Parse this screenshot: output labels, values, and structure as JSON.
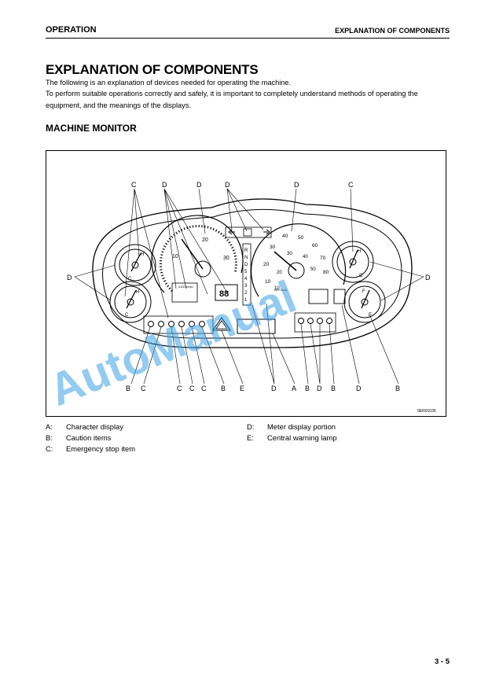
{
  "header": {
    "left": "OPERATION",
    "right": "EXPLANATION OF COMPONENTS"
  },
  "title": "EXPLANATION OF COMPONENTS",
  "intro": [
    "The following is an explanation of devices needed for operating the machine.",
    "To perform suitable operations correctly and safely, it is important to completely understand methods of operating the equipment, and the meanings of the displays."
  ],
  "section_title": "MACHINE MONITOR",
  "figure": {
    "code": "9ER01035",
    "watermark": "AutoManual",
    "top_labels": [
      "C",
      "D",
      "D",
      "D",
      "D",
      "C"
    ],
    "side_labels": [
      "D",
      "D"
    ],
    "bottom_labels": [
      "B",
      "C",
      "C",
      "C",
      "C",
      "B",
      "E",
      "D",
      "A",
      "B",
      "D",
      "B",
      "D",
      "B"
    ],
    "gauge_letters": {
      "hot": "H",
      "cold": "C",
      "full": "F",
      "empty": "E"
    },
    "tacho_numbers": [
      "10",
      "20",
      "30"
    ],
    "tacho_unit": "x100 r/min",
    "speed_numbers": [
      "10",
      "20",
      "30",
      "40",
      "50",
      "60",
      "70",
      "80",
      "10",
      "20",
      "30",
      "40",
      "50"
    ],
    "speed_unit": "MPH km/h",
    "gear_positions": [
      "R",
      "N",
      "D",
      "5",
      "4",
      "3",
      "2",
      "1"
    ],
    "digital_readout": "88"
  },
  "legend": {
    "left": [
      {
        "key": "A:",
        "text": "Character display"
      },
      {
        "key": "B:",
        "text": "Caution items"
      },
      {
        "key": "C:",
        "text": "Emergency stop item"
      }
    ],
    "right": [
      {
        "key": "D:",
        "text": "Meter display portion"
      },
      {
        "key": "E:",
        "text": "Central warning lamp"
      }
    ]
  },
  "page_number": "3 - 5"
}
